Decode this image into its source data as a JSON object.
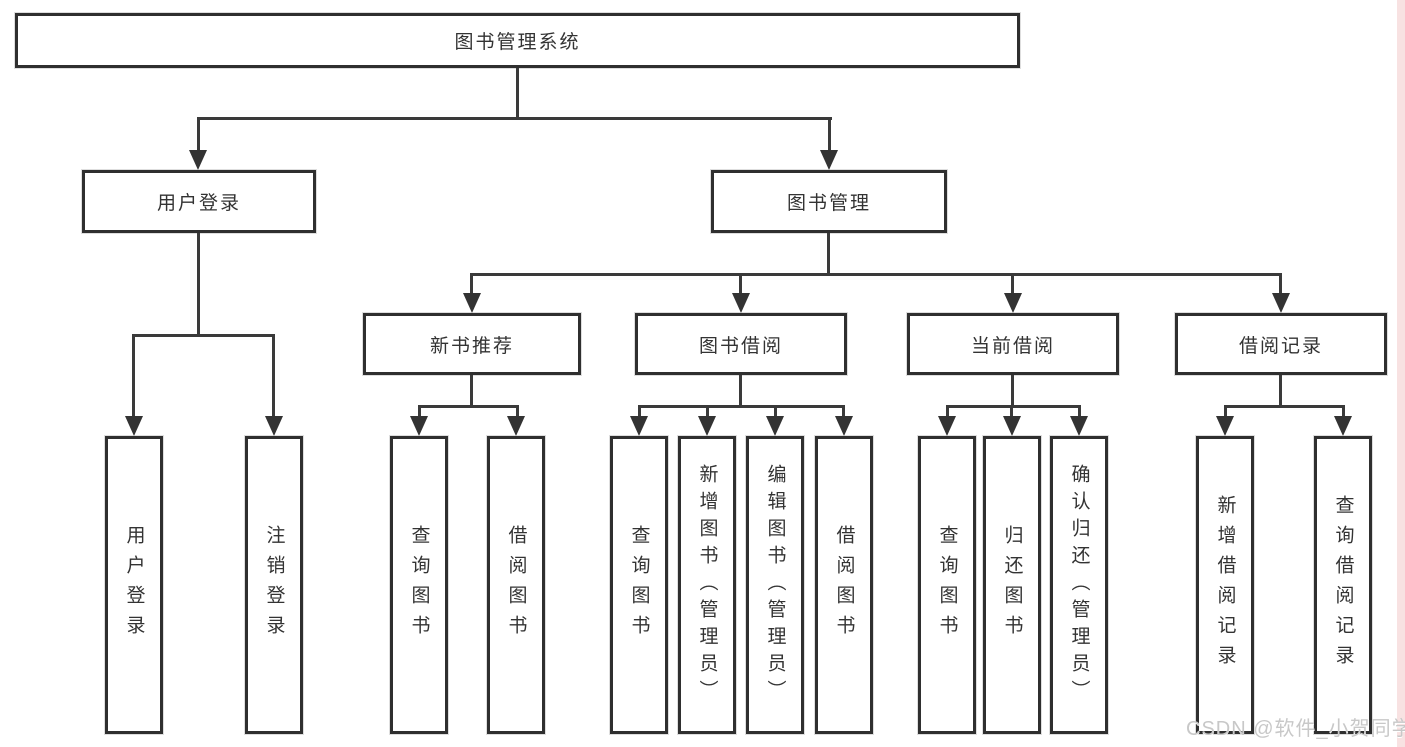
{
  "nodes": {
    "root": "图书管理系统",
    "user_login": "用户登录",
    "book_management": "图书管理",
    "new_book_recommend": "新书推荐",
    "book_borrow": "图书借阅",
    "current_borrow": "当前借阅",
    "borrow_record": "借阅记录",
    "leaf_user_login": "用户登录",
    "leaf_logout_login": "注销登录",
    "leaf_query_book_recommend": "查询图书",
    "leaf_borrow_book_recommend": "借阅图书",
    "leaf_query_book_borrow": "查询图书",
    "leaf_add_book_admin": "新增图书（管理员）",
    "leaf_edit_book_admin": "编辑图书（管理员）",
    "leaf_borrow_book_borrow": "借阅图书",
    "leaf_query_book_current": "查询图书",
    "leaf_return_book": "归还图书",
    "leaf_confirm_return_admin": "确认归还（管理员）",
    "leaf_add_borrow_record": "新增借阅记录",
    "leaf_query_borrow_record": "查询借阅记录"
  },
  "watermark": {
    "text": "CSDN @软件_小贺同学"
  },
  "colors": {
    "line": "#3a3a3a",
    "box_border": "#2f2f2f",
    "text": "#333333",
    "watermark": "#c8c8c8",
    "right_strip": "#f8e2e2",
    "background": "#ffffff"
  }
}
